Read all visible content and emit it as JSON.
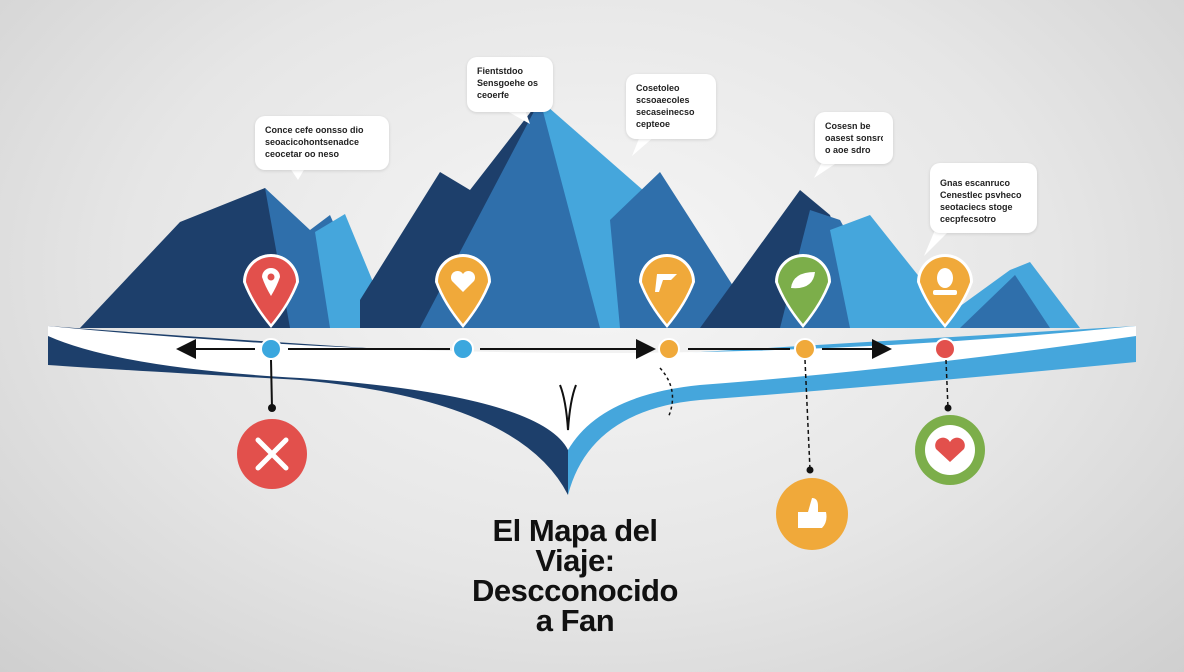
{
  "title_lines": [
    "El Mapa del",
    "Viaje:",
    "Descconocido",
    "a Fan"
  ],
  "bubbles": [
    {
      "lines": [
        "Conce cefe oonsso dio",
        "seoacicohontsenadce",
        "ceocetar oo neso"
      ]
    },
    {
      "lines": [
        "Fientstdoo",
        "Sensgoehe os",
        "ceoerfe"
      ]
    },
    {
      "lines": [
        "Cosetoleo",
        "scsoaecoles",
        "secaseinecso",
        "cepteoe"
      ]
    },
    {
      "lines": [
        "Cosesn be",
        "oasest sonsro",
        "o aoe sdro"
      ]
    },
    {
      "lines": [
        "Gnas escanruco",
        "Cenestlec psvheco",
        "seotaciecs stoge",
        "cecpfecsotro"
      ]
    }
  ],
  "stages": [
    {
      "icon": "location-pin-icon",
      "color": "#e2504c",
      "dot": "#3ba7de"
    },
    {
      "icon": "heart-icon",
      "color": "#f0a93a",
      "dot": "#3ba7de"
    },
    {
      "icon": "flag-icon",
      "color": "#f0a93a",
      "dot": "#f0a93a"
    },
    {
      "icon": "leaf-icon",
      "color": "#7cae4a",
      "dot": "#f0a93a"
    },
    {
      "icon": "person-icon",
      "color": "#f0a93a",
      "dot": "#e2504c"
    }
  ],
  "outcomes": [
    {
      "icon": "x-icon",
      "color": "#e2504c"
    },
    {
      "icon": "thumbs-up-icon",
      "color": "#f0a93a"
    },
    {
      "icon": "heart-icon",
      "color": "#7cae4a"
    }
  ],
  "colors": {
    "dark_blue": "#1d3f6b",
    "mid_blue": "#2f6fab",
    "light_blue": "#45a6dc"
  }
}
